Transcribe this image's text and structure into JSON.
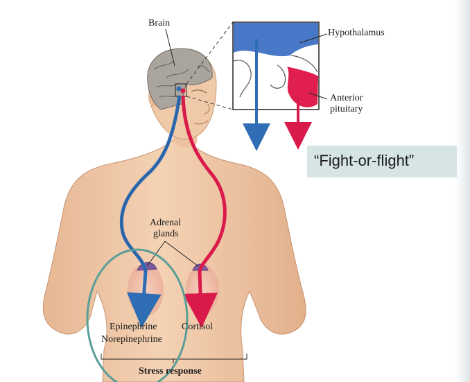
{
  "diagram": {
    "labels": {
      "brain": "Brain",
      "hypothalamus": "Hypothalamus",
      "anterior_pituitary_line1": "Anterior",
      "anterior_pituitary_line2": "pituitary",
      "adrenal_glands_line1": "Adrenal",
      "adrenal_glands_line2": "glands",
      "epinephrine": "Epinephrine",
      "norepinephrine": "Norepinephrine",
      "cortisol": "Cortisol",
      "stress_response": "Stress response"
    },
    "callout": "“Fight-or-flight”",
    "colors": {
      "sympathetic_path": "#2f6db5",
      "hpa_path": "#d91a4a",
      "hypothalamus_region": "#4a78c8",
      "pituitary_region": "#e01f4f",
      "skin": "#f0c9a8",
      "hair": "#8c8780",
      "highlight_ellipse": "#5a9e98",
      "callout_background": "#d6e4e4"
    }
  }
}
